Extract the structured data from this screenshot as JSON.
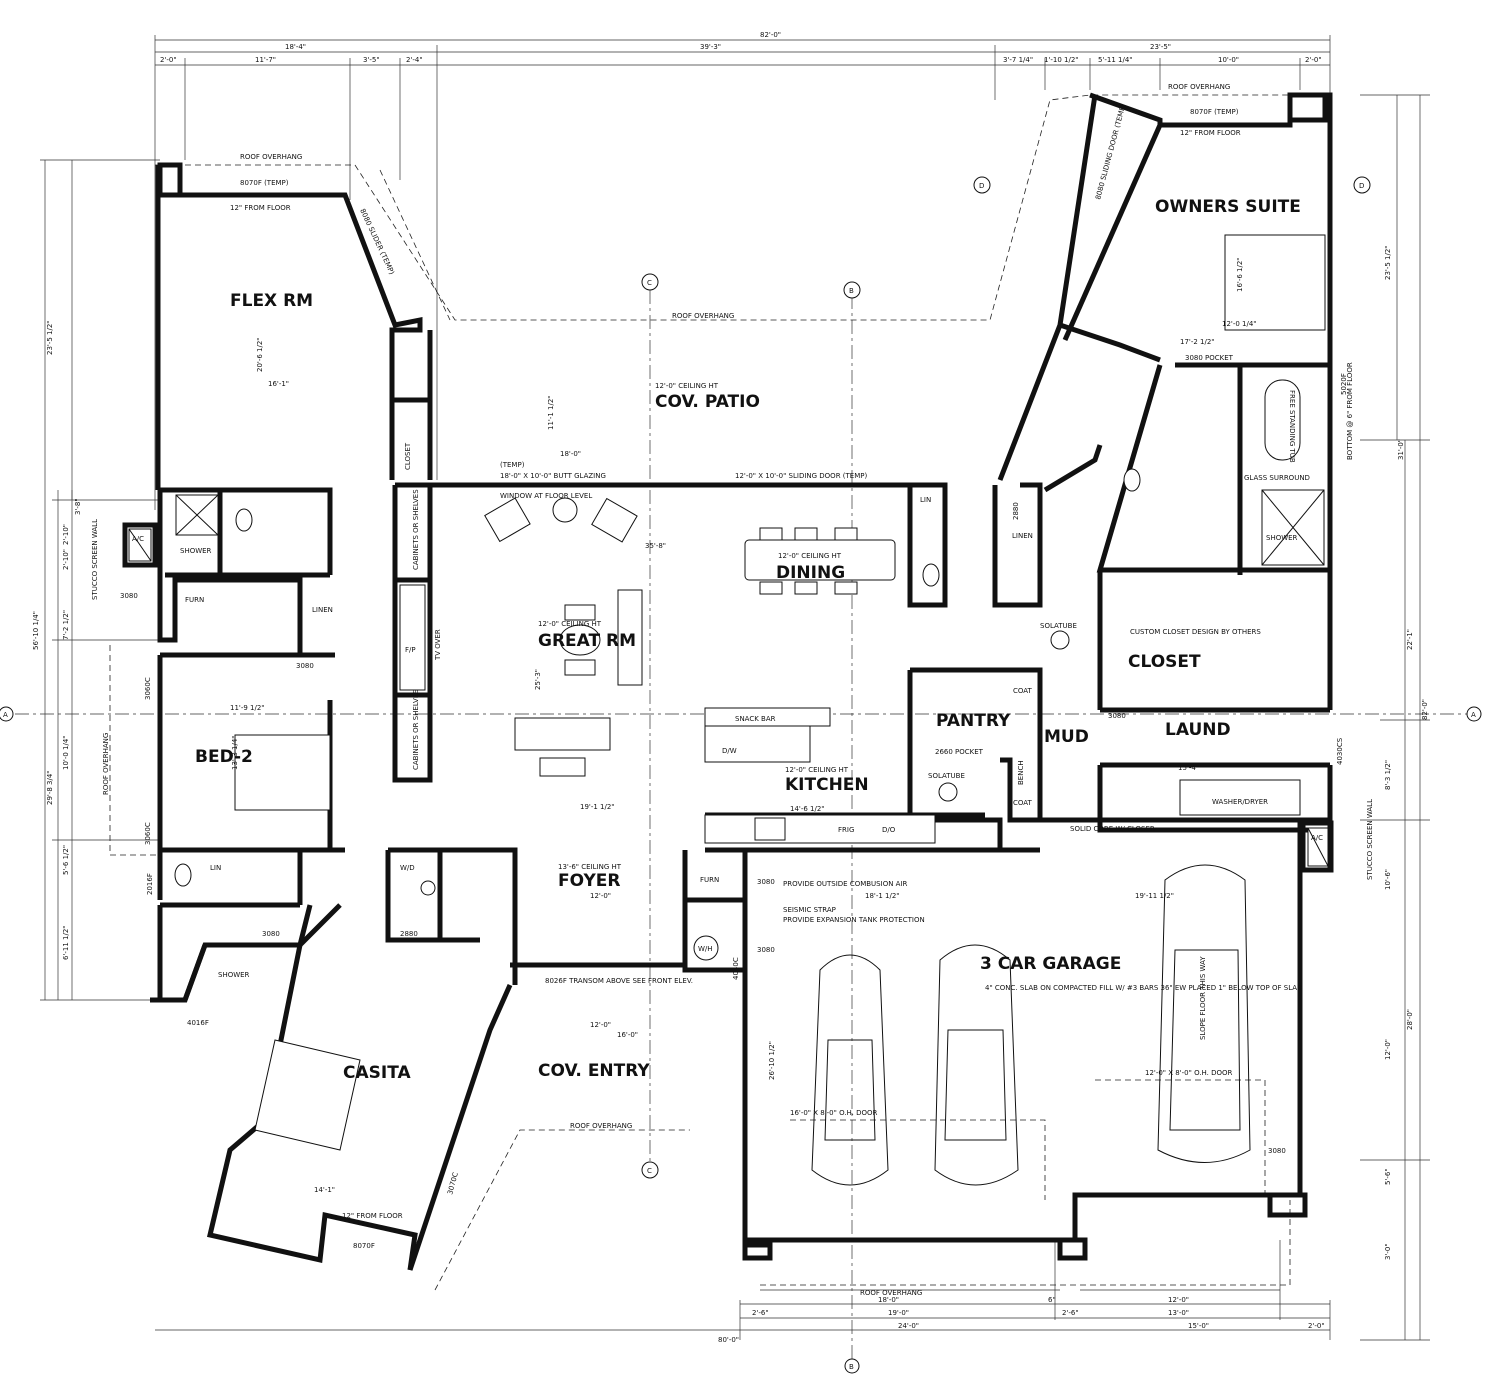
{
  "rooms": {
    "flex": "FLEX RM",
    "owners": "OWNERS SUITE",
    "patio": "COV. PATIO",
    "dining": "DINING",
    "great": "GREAT RM",
    "bed2": "BED-2",
    "kitchen": "KITCHEN",
    "pantry": "PANTRY",
    "mud": "MUD",
    "laund": "LAUND",
    "closet": "CLOSET",
    "foyer": "FOYER",
    "casita": "CASITA",
    "entry": "COV. ENTRY",
    "garage": "3 CAR GARAGE"
  },
  "top_dims": {
    "overall": "82'-0\"",
    "a": "18'-4\"",
    "b": "39'-3\"",
    "c": "23'-5\"",
    "d1": "2'-0\"",
    "d2": "11'-7\"",
    "d3": "3'-5\"",
    "d4": "2'-4\"",
    "d5": "3'-7 1/4\"",
    "d6": "1'-10 1/2\"",
    "d7": "5'-11 1/4\"",
    "d8": "10'-0\"",
    "d9": "2'-0\""
  },
  "bottom_dims": {
    "overall": "80'-0\"",
    "d1": "18'-0\"",
    "d2": "19'-0\"",
    "d3": "24'-0\"",
    "d4": "2'-6\"",
    "d5": "6\"",
    "d6": "12'-0\"",
    "d7": "13'-0\"",
    "d8": "15'-0\"",
    "d9": "2'-0\"",
    "d10": "2'-6\""
  },
  "left_dims": {
    "d1": "23'-5 1/2\"",
    "d2": "56'-10 1/4\"",
    "d3": "29'-8 3/4\"",
    "d4": "3'-8\"",
    "d5": "2'-10\"",
    "d6": "2'-10\"",
    "d7": "7'-2 1/2\"",
    "d8": "10'-0 1/4\"",
    "d9": "5'-6 1/2\"",
    "d10": "6'-11 1/2\""
  },
  "right_dims": {
    "d1": "82'-0\"",
    "d2": "31'-0\"",
    "d3": "23'-5 1/2\"",
    "d4": "22'-1\"",
    "d5": "8'-3 1/2\"",
    "d6": "10'-6\"",
    "d7": "28'-0\"",
    "d8": "12'-0\"",
    "d9": "5'-6\"",
    "d10": "3'-0\""
  },
  "notes": {
    "roof_overhang": "ROOF OVERHANG",
    "temp_door_1": "8070F (TEMP)",
    "from_floor_12": "12\" FROM FLOOR",
    "slider_temp": "8080 SLIDER (TEMP)",
    "sliding_door_temp": "8080 SLIDING DOOR (TEMP)",
    "ceiling_patio": "12'-0\" CEILING HT",
    "butt_glazing": "18'-0\" X 10'-0\" BUTT GLAZING",
    "temp": "(TEMP)",
    "sliding_door": "12'-0\" X 10'-0\" SLIDING DOOR (TEMP)",
    "window_floor": "WINDOW AT FLOOR LEVEL",
    "ceiling_dining": "12'-0\" CEILING HT",
    "ceiling_great": "12'-0\" CEILING HT",
    "ceiling_kitchen": "12'-0\" CEILING HT",
    "ceiling_foyer": "13'-6\" CEILING HT",
    "stucco_left": "STUCCO SCREEN WALL",
    "stucco_right": "STUCCO SCREEN WALL",
    "shower": "SHOWER",
    "furn": "FURN",
    "linen": "LINEN",
    "lin": "LIN",
    "ac": "A/C",
    "closet_label": "CLOSET",
    "cabinets": "CABINETS OR SHELVES",
    "tv_over": "TV OVER",
    "fp": "F/P",
    "snack_bar": "SNACK BAR",
    "dw": "D/W",
    "frig": "FRIG",
    "do": "D/O",
    "solatube": "SOLATUBE",
    "pocket_2660": "2660 POCKET",
    "pocket_3080": "3080 POCKET",
    "bench": "BENCH",
    "coat": "COAT",
    "custom_closet": "CUSTOM CLOSET DESIGN BY OTHERS",
    "washer_dryer": "WASHER/DRYER",
    "glass_surround": "GLASS SURROUND",
    "free_tub": "FREE STANDING TUB",
    "bottom_from_floor": "BOTTOM @ 6\" FROM FLOOR",
    "solid_core": "SOLID CORE W/ CLOSER",
    "outside_air": "PROVIDE OUTSIDE COMBUSION AIR",
    "seismic": "SEISMIC STRAP",
    "expansion": "PROVIDE EXPANSION TANK PROTECTION",
    "wh": "W/H",
    "wd": "W/D",
    "transom": "8026F TRANSOM ABOVE SEE FRONT ELEV.",
    "slab": "4\" CONC. SLAB ON COMPACTED FILL W/ #3 BARS 36\" EW PLACED 1\" BELOW TOP OF SLAB",
    "slope": "SLOPE FLOOR THIS WAY",
    "ohdoor_1": "16'-0\" X 8'-0\" O.H. DOOR",
    "ohdoor_2": "12'-0\" X 8'-0\" O.H. DOOR",
    "d3080": "3080",
    "d2880": "2880",
    "d3060c": "3060C",
    "d4030cs": "4030CS",
    "d2016f": "2016F",
    "d8070f": "8070F",
    "d4016f": "4016F",
    "d3070c": "3070C",
    "d5020f": "5020F",
    "d4040c": "4040C"
  },
  "room_dims": {
    "flex_w": "16'-1\"",
    "flex_h": "20'-6 1/2\"",
    "patio_w": "18'-0\"",
    "patio_h": "11'-1 1/2\"",
    "great_w": "35'-8\"",
    "great_h": "25'-3\"",
    "bed2_w": "11'-9 1/2\"",
    "bed2_h": "13'-3 1/4\"",
    "kitchen_w": "19'-1 1/2\"",
    "kitchen_w2": "14'-6 1/2\"",
    "garage_w": "19'-11 1/2\"",
    "garage_d": "26'-10 1/2\"",
    "garage_w2": "18'-1 1/2\"",
    "laund_w": "15'-4\"",
    "owners_w": "17'-2 1/2\"",
    "owners_w2": "12'-0 1/4\"",
    "owners_h": "16'-6 1/2\"",
    "casita_w": "14'-1\"",
    "foyer_w": "12'-0\"",
    "entry_w": "16'-0\"",
    "entry_w2": "12'-0\""
  },
  "markers": {
    "a": "A",
    "b": "B",
    "c": "C",
    "d": "D"
  }
}
